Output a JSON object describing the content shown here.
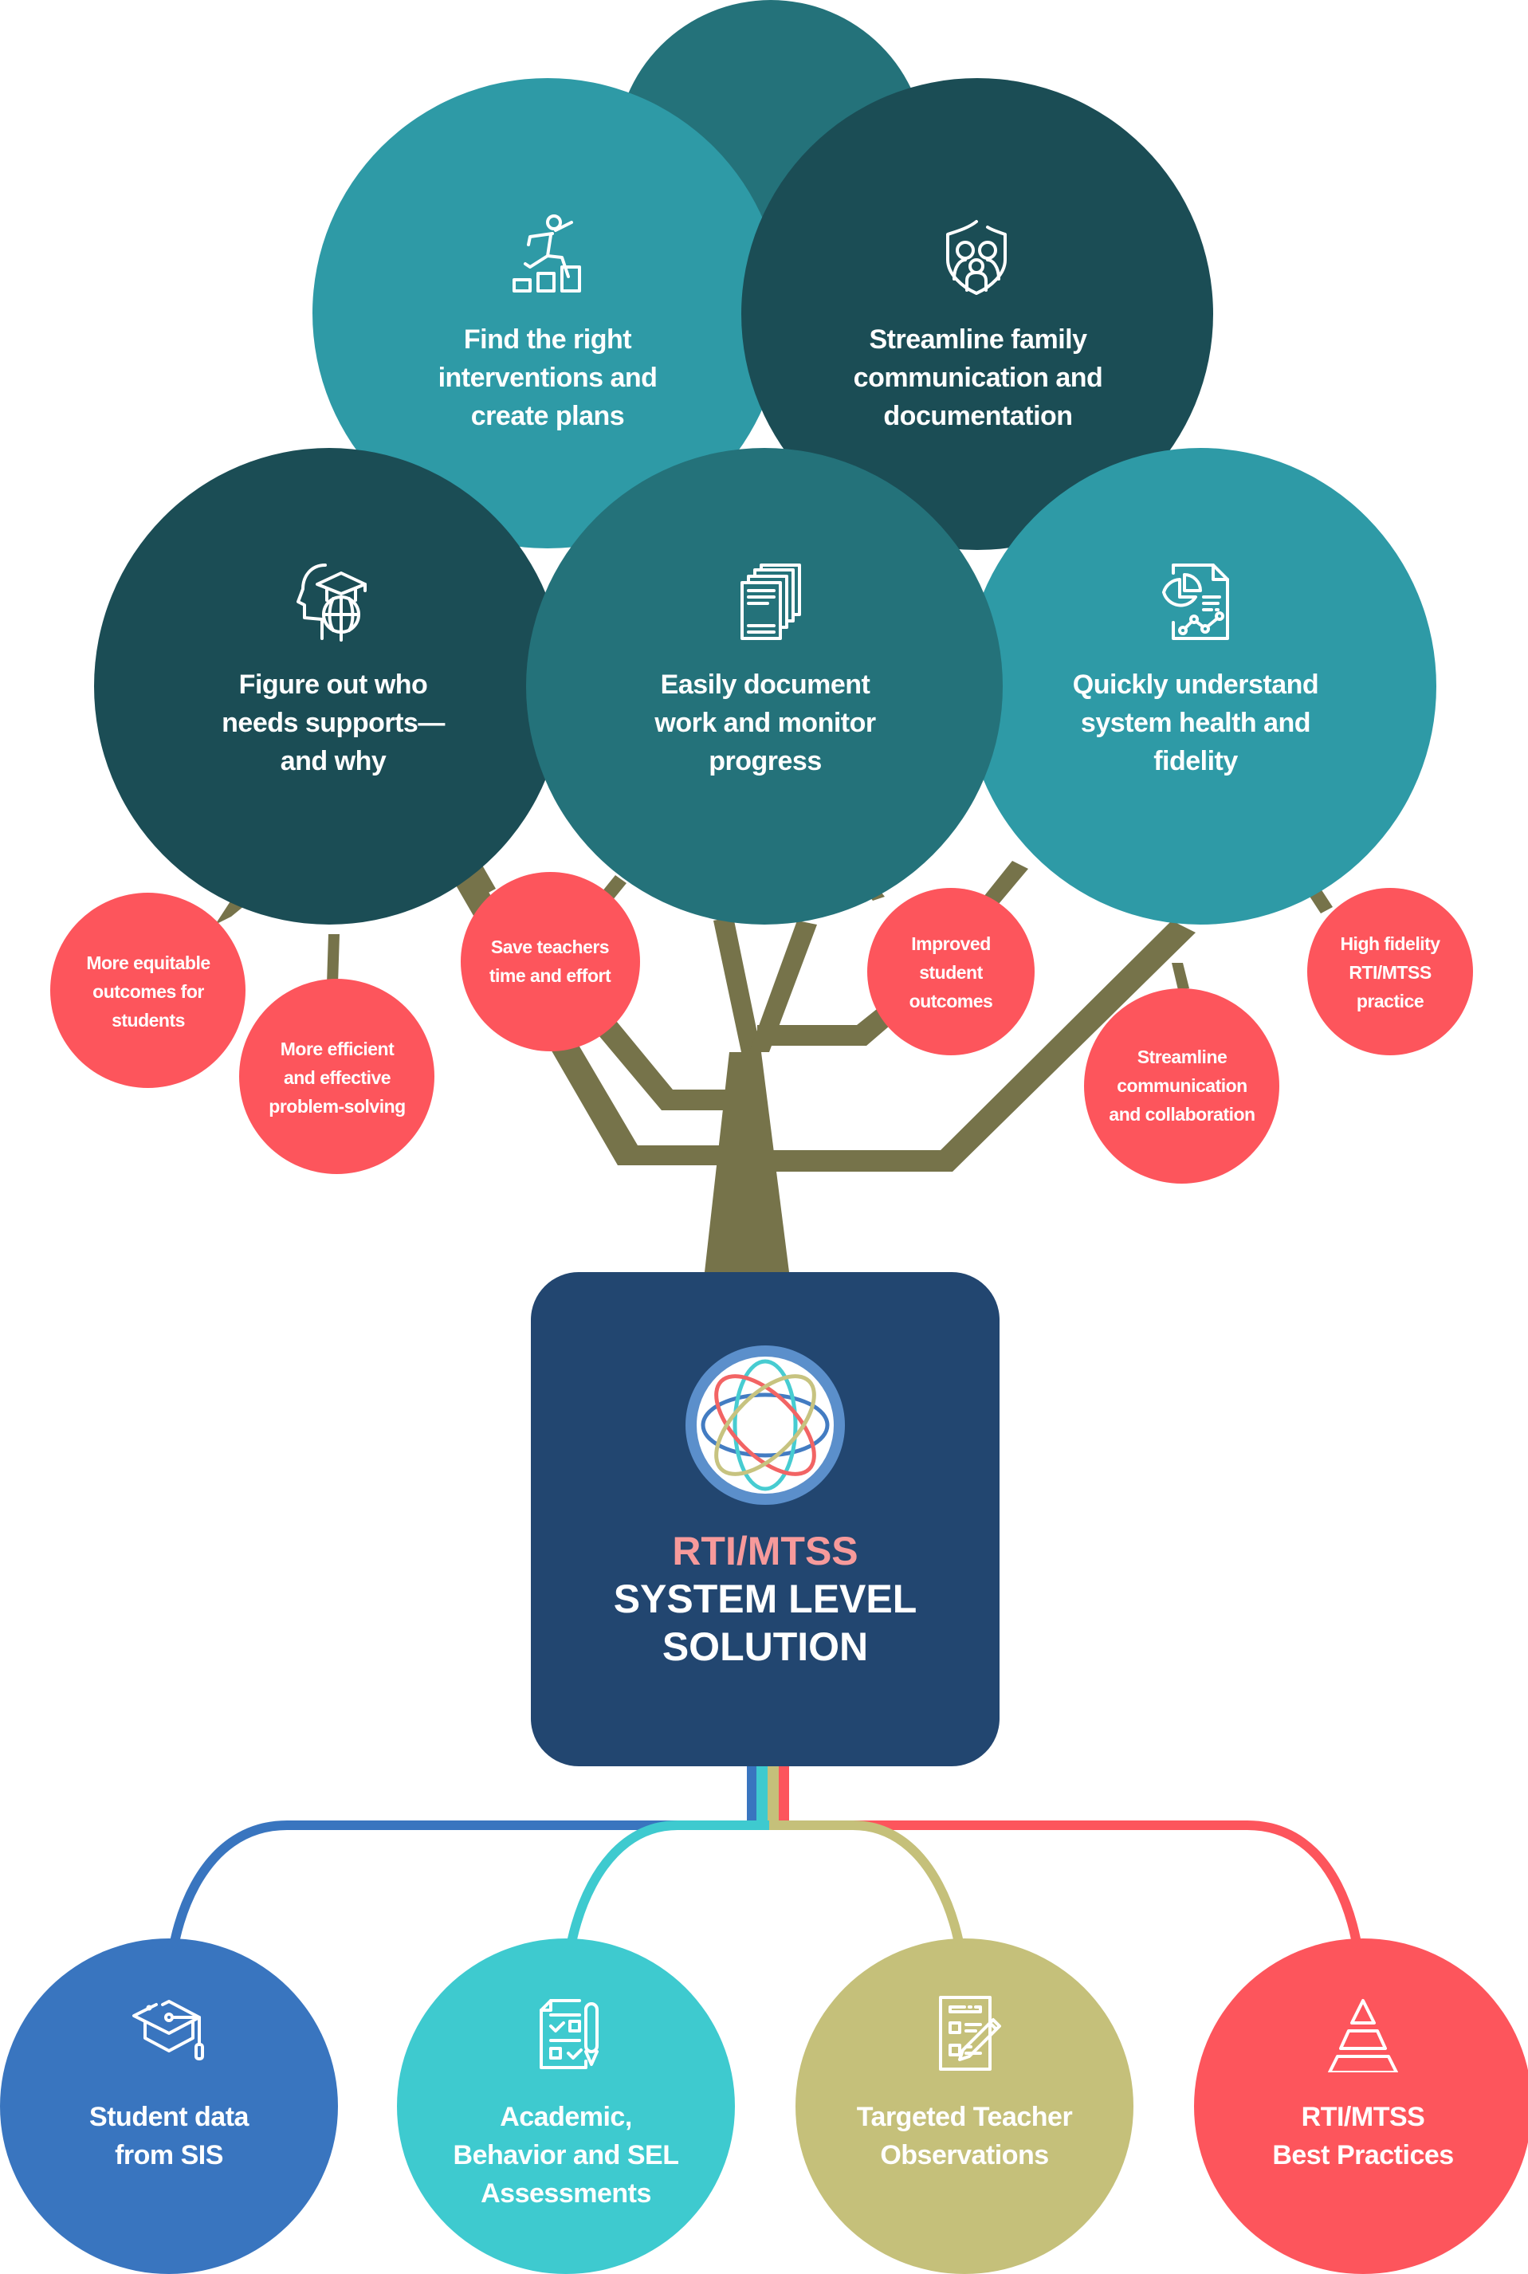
{
  "colors": {
    "teal_dark": "#1b4d55",
    "teal_mid": "#24727a",
    "teal_light": "#2e9aa6",
    "fruit_red": "#fd555c",
    "trunk": "#76734a",
    "core_navy": "#224670",
    "core_accent_text": "#f79a9b",
    "root_blue": "#3975bf",
    "root_cyan": "#3ecacf",
    "root_olive": "#c5c07a",
    "root_red": "#fd555c"
  },
  "canopy": [
    {
      "id": "interventions",
      "icon": "jumping-steps-icon",
      "label": "Find the right interventions and create plans",
      "lines": [
        "Find the right",
        "interventions and",
        "create plans"
      ]
    },
    {
      "id": "family",
      "icon": "family-shield-icon",
      "label": "Streamline family communication and documentation",
      "lines": [
        "Streamline family",
        "communication and",
        "documentation"
      ]
    },
    {
      "id": "supports",
      "icon": "head-graduation-globe-icon",
      "label": "Figure out who needs supports—and why",
      "lines": [
        "Figure out who",
        "needs supports—",
        "and why"
      ]
    },
    {
      "id": "document",
      "icon": "document-stack-icon",
      "label": "Easily document work and monitor progress",
      "lines": [
        "Easily document",
        "work and monitor",
        "progress"
      ]
    },
    {
      "id": "health",
      "icon": "report-chart-icon",
      "label": "Quickly understand system health and fidelity",
      "lines": [
        "Quickly understand",
        "system health and",
        "fidelity"
      ]
    }
  ],
  "fruits": [
    {
      "id": "equitable",
      "lines": [
        "More equitable",
        "outcomes for",
        "students"
      ]
    },
    {
      "id": "efficient",
      "lines": [
        "More efficient",
        "and effective",
        "problem-solving"
      ]
    },
    {
      "id": "save-time",
      "lines": [
        "Save teachers",
        "time and effort"
      ]
    },
    {
      "id": "improved",
      "lines": [
        "Improved",
        "student",
        "outcomes"
      ]
    },
    {
      "id": "streamline",
      "lines": [
        "Streamline",
        "communication",
        "and collaboration"
      ]
    },
    {
      "id": "fidelity",
      "lines": [
        "High fidelity",
        "RTI/MTSS",
        "practice"
      ]
    }
  ],
  "core": {
    "logo": "interwoven-rings-logo",
    "accent_line": "RTI/MTSS",
    "line2": "SYSTEM LEVEL",
    "line3": "SOLUTION"
  },
  "roots": [
    {
      "id": "sis",
      "icon": "graduation-cap-icon",
      "lines": [
        "Student data",
        "from SIS"
      ]
    },
    {
      "id": "assessments",
      "icon": "checklist-pencil-icon",
      "lines": [
        "Academic,",
        "Behavior and SEL",
        "Assessments"
      ]
    },
    {
      "id": "observations",
      "icon": "observation-form-icon",
      "lines": [
        "Targeted Teacher",
        "Observations"
      ]
    },
    {
      "id": "best-practices",
      "icon": "pyramid-icon",
      "lines": [
        "RTI/MTSS",
        "Best Practices"
      ]
    }
  ]
}
